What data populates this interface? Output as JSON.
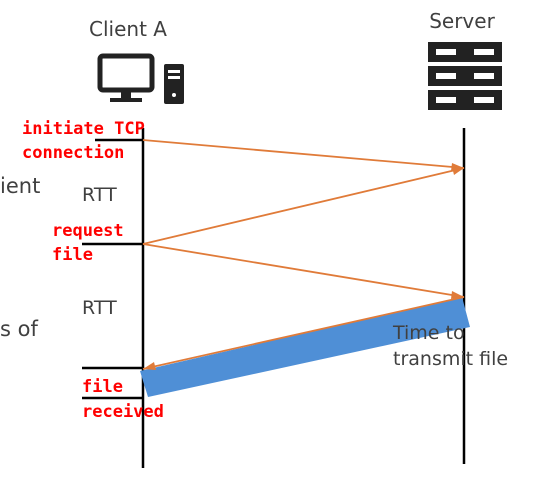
{
  "nodes": {
    "client": {
      "label": "Client A",
      "icon": "desktop-computer-icon"
    },
    "server": {
      "label": "Server",
      "icon": "server-rack-icon"
    }
  },
  "annotations": {
    "initiate_line1": "initiate TCP",
    "initiate_line2": "connection",
    "request_line1": "request",
    "request_line2": "file",
    "received_line1": "file",
    "received_line2": "received"
  },
  "intervals": {
    "rtt1": "RTT",
    "rtt2": "RTT",
    "transmit_line1": "Time to",
    "transmit_line2": "transmit file"
  },
  "cropped_text": {
    "fragment1": "ient",
    "fragment2": "s of"
  },
  "colors": {
    "arrow": "#e07b39",
    "transmit_band": "#4f8fd6",
    "annotation": "#ff0000",
    "text": "#404040",
    "timeline": "#000000"
  }
}
